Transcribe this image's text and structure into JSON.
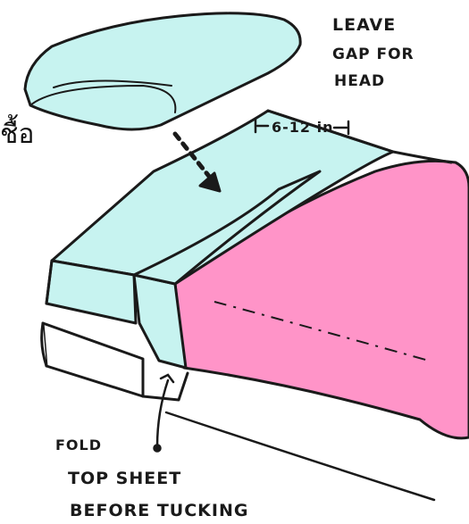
{
  "labels": {
    "leave_gap_line1": "LEAVE",
    "leave_gap_line2": "GAP FOR",
    "leave_gap_line3": "HEAD",
    "measurement": "6-12 in",
    "fold": "FOLD",
    "top_sheet_line1": "TOP SHEET",
    "top_sheet_line2": "BEFORE TUCKING",
    "thai_fragment": "ชื้อ"
  },
  "colors": {
    "sheet": "#c7f3f0",
    "blanket": "#ff94c8",
    "mattress": "#ffffff",
    "ink": "#1a1a1a"
  }
}
